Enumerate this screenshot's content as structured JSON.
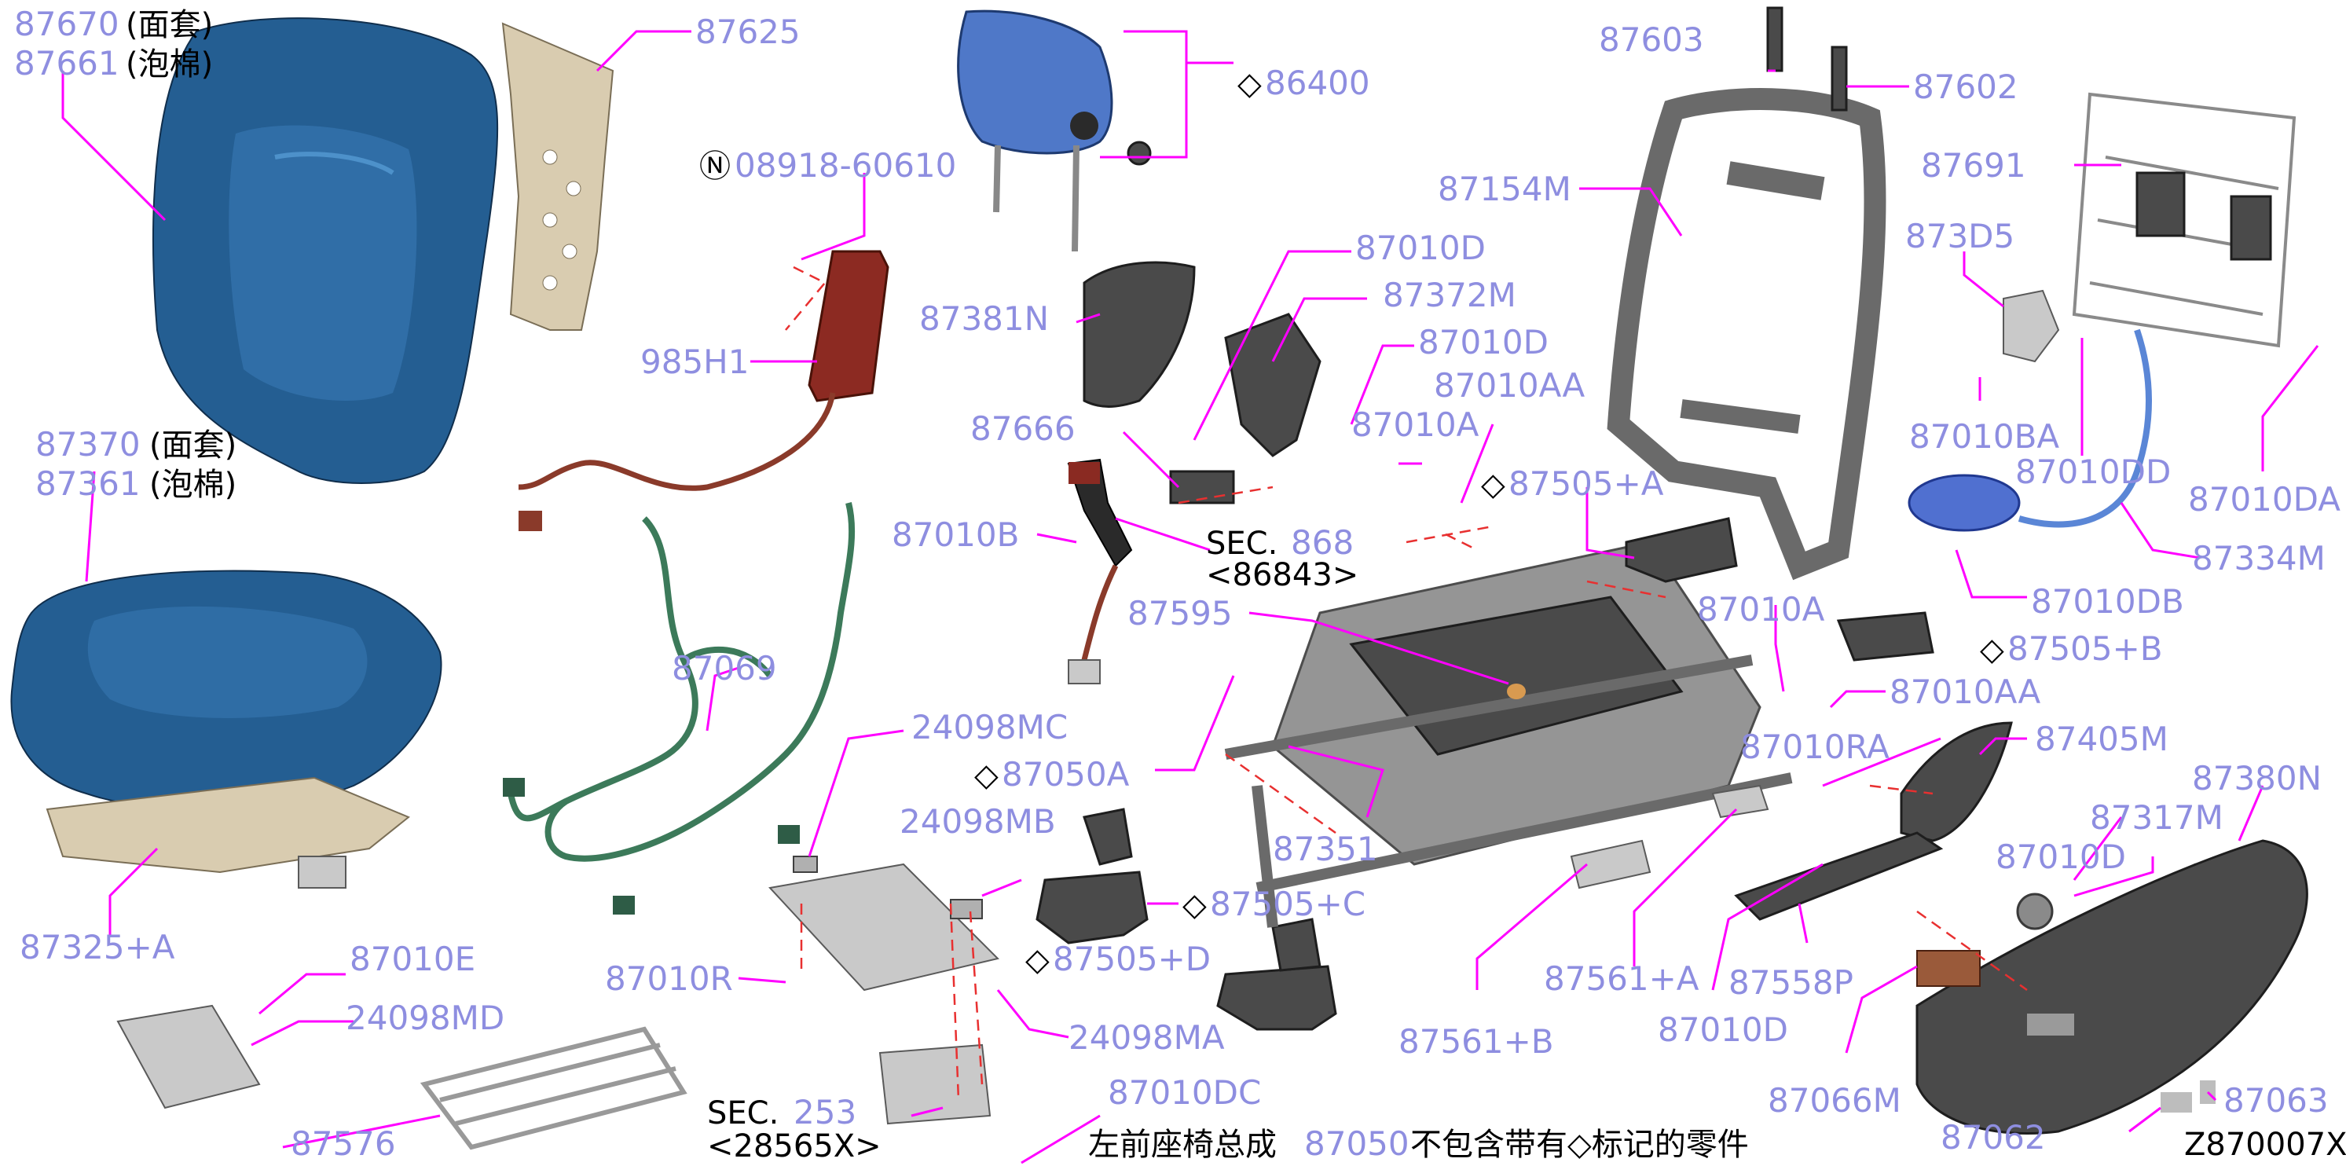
{
  "labels": {
    "p87670": "87670",
    "p87670_note": "(面套)",
    "p87661": "87661",
    "p87661_note": "(泡棉)",
    "p87625": "87625",
    "p86400": "86400",
    "p08918": "08918-60610",
    "p985H1": "985H1",
    "p87370": "87370",
    "p87370_note": "(面套)",
    "p87361": "87361",
    "p87361_note": "(泡棉)",
    "p87069": "87069",
    "p87325A": "87325+A",
    "p87010E": "87010E",
    "p24098MD": "24098MD",
    "p87576": "87576",
    "p87381N": "87381N",
    "p87010D_1": "87010D",
    "p87372M": "87372M",
    "p87010D_2": "87010D",
    "p87666": "87666",
    "p87010B": "87010B",
    "sec868_prefix": "SEC.",
    "sec868_num": "868",
    "sec868_sub": "<86843>",
    "p87595": "87595",
    "p87010A_1": "87010A",
    "p87010AA_1": "87010AA",
    "p87505A": "87505+A",
    "p87050A": "87050A",
    "p24098MC": "24098MC",
    "p24098MB": "24098MB",
    "p87010R": "87010R",
    "p24098MA": "24098MA",
    "sec253_prefix": "SEC.",
    "sec253_num": "253",
    "sec253_sub": "<28565X>",
    "p87010DC": "87010DC",
    "p87505C": "87505+C",
    "p87505D": "87505+D",
    "p87351": "87351",
    "p87561B": "87561+B",
    "p87561A": "87561+A",
    "p87558P": "87558P",
    "p87010D_3": "87010D",
    "p87066M": "87066M",
    "p87603": "87603",
    "p87602": "87602",
    "p87154M": "87154M",
    "p87691": "87691",
    "p873D5": "873D5",
    "p87010BA": "87010BA",
    "p87010DD": "87010DD",
    "p87010DA": "87010DA",
    "p87334M": "87334M",
    "p87010DB": "87010DB",
    "p87010A_2": "87010A",
    "p87505B": "87505+B",
    "p87010AA_2": "87010AA",
    "p87010RA": "87010RA",
    "p87405M": "87405M",
    "p87380N": "87380N",
    "p87317M": "87317M",
    "p87010D_4": "87010D",
    "p87063": "87063",
    "p87062": "87062",
    "footer_prefix": "左前座椅总成",
    "footer_num": "87050",
    "footer_suffix": "不包含带有◇标记的零件",
    "drawing_code": "Z870007X"
  },
  "symbols": {
    "diamond": "◇",
    "circled_n": "Ⓝ"
  },
  "colors": {
    "label_text": "#8e8ee0",
    "leader_line": "#ff00ff",
    "hidden_line": "#e83030",
    "foam_blue": "#245e92"
  }
}
